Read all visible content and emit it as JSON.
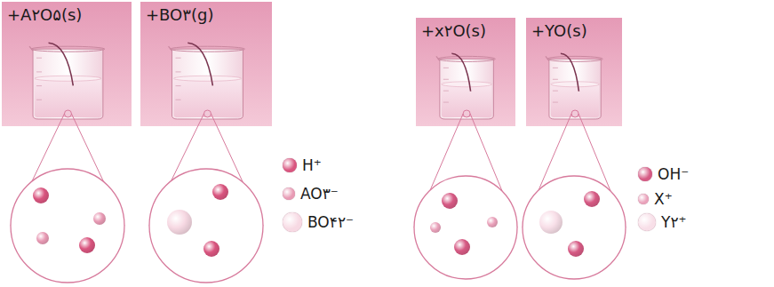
{
  "diagram": {
    "nodes": [
      {
        "text": [
          "+A۲O۵(s)"
        ]
      },
      {
        "text": [
          "+BO۳(g)"
        ]
      },
      {
        "text": [
          "+x۲O(s)"
        ]
      },
      {
        "text": [
          "+YO(s)"
        ]
      }
    ],
    "legend": [
      {
        "text": "H⁺",
        "color": "#d9557f"
      },
      {
        "text": "AO۳⁻",
        "color": "#e89ab4"
      },
      {
        "text": "BO۴۲⁻",
        "color": "#f7d9e3"
      },
      {
        "text": "OH⁻",
        "color": "#d65a84"
      },
      {
        "text": "X⁺",
        "color": "#eaa2bb"
      },
      {
        "text": "Y۲⁺",
        "color": "#f8dfe8"
      }
    ]
  }
}
